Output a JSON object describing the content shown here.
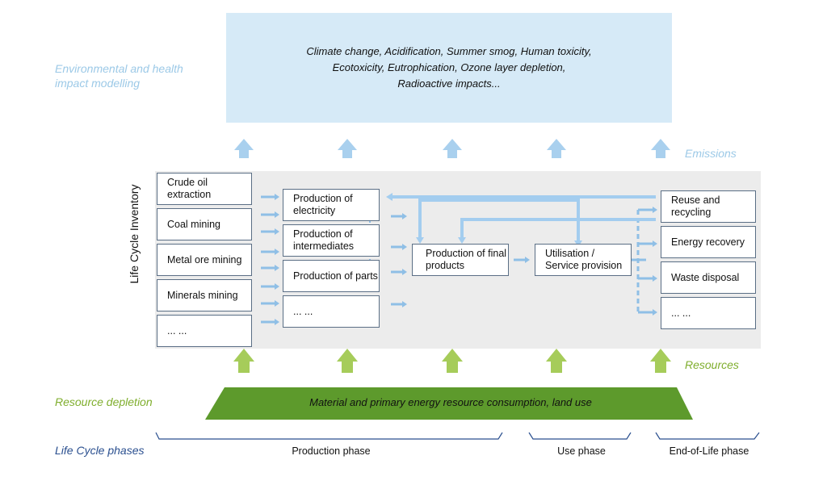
{
  "impact": {
    "side_label_line1": "Environmental and health",
    "side_label_line2": "impact modelling",
    "text_line1": "Climate change, Acidification, Summer smog, Human toxicity,",
    "text_line2": "Ecotoxicity, Eutrophication, Ozone layer depletion,",
    "text_line3": "Radioactive impacts..."
  },
  "emissions_label": "Emissions",
  "resources_label": "Resources",
  "lci_title": "Life Cycle Inventory",
  "extraction": [
    "Crude oil extraction",
    "Coal mining",
    "Metal ore mining",
    "Minerals mining",
    "... ..."
  ],
  "production": [
    "Production of electricity",
    "Production of intermediates",
    "Production of parts",
    "... ..."
  ],
  "final_products": "Production of final products",
  "utilisation": "Utilisation / Service provision",
  "end_of_life": [
    "Reuse and recycling",
    "Energy recovery",
    "Waste disposal",
    "... ..."
  ],
  "resource_depletion": {
    "side_label": "Resource depletion",
    "bar_text": "Material and primary energy resource consumption, land use"
  },
  "phases": {
    "side_label": "Life Cycle phases",
    "production": "Production phase",
    "use": "Use phase",
    "end_of_life": "End-of-Life phase"
  },
  "colors": {
    "impact_bg": "#d6eaf7",
    "emission_arrow": "#a9d0ee",
    "resource_arrow": "#a6cc5a",
    "depletion_bar": "#5d9a2c",
    "flow_arrow": "#8fbfe6",
    "phase_bracket": "#2a4f8f"
  }
}
